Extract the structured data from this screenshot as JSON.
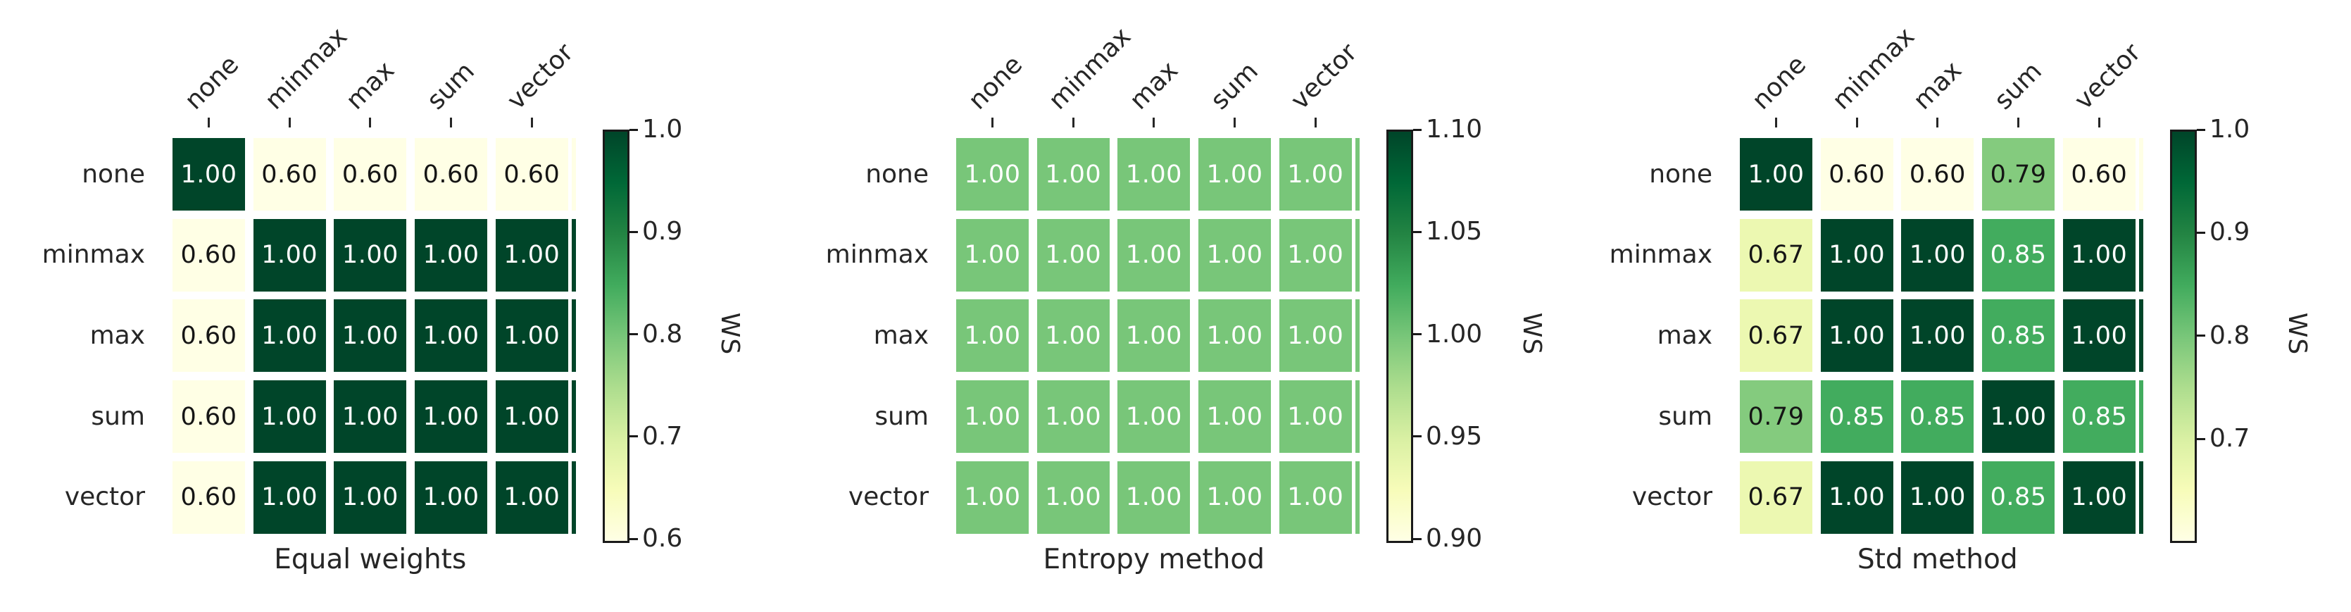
{
  "figure": {
    "colormap": "YlGn",
    "background": "#ffffff",
    "text_color": "#262626",
    "annotation_light_color": "#ffffff",
    "annotation_dark_color": "#151515"
  },
  "chart_data": [
    {
      "type": "heatmap",
      "title": "Equal weights",
      "categories": [
        "none",
        "minmax",
        "max",
        "sum",
        "vector"
      ],
      "rows": [
        "none",
        "minmax",
        "max",
        "sum",
        "vector"
      ],
      "values": [
        [
          1.0,
          0.6,
          0.6,
          0.6,
          0.6
        ],
        [
          0.6,
          1.0,
          1.0,
          1.0,
          1.0
        ],
        [
          0.6,
          1.0,
          1.0,
          1.0,
          1.0
        ],
        [
          0.6,
          1.0,
          1.0,
          1.0,
          1.0
        ],
        [
          0.6,
          1.0,
          1.0,
          1.0,
          1.0
        ]
      ],
      "vmin": 0.6,
      "vmax": 1.0,
      "colorbar": {
        "label": "WS",
        "ticks": [
          {
            "label": "1.0",
            "value": 1.0
          },
          {
            "label": "0.9",
            "value": 0.9
          },
          {
            "label": "0.8",
            "value": 0.8
          },
          {
            "label": "0.7",
            "value": 0.7
          },
          {
            "label": "0.6",
            "value": 0.6
          }
        ]
      }
    },
    {
      "type": "heatmap",
      "title": "Entropy method",
      "categories": [
        "none",
        "minmax",
        "max",
        "sum",
        "vector"
      ],
      "rows": [
        "none",
        "minmax",
        "max",
        "sum",
        "vector"
      ],
      "values": [
        [
          1.0,
          1.0,
          1.0,
          1.0,
          1.0
        ],
        [
          1.0,
          1.0,
          1.0,
          1.0,
          1.0
        ],
        [
          1.0,
          1.0,
          1.0,
          1.0,
          1.0
        ],
        [
          1.0,
          1.0,
          1.0,
          1.0,
          1.0
        ],
        [
          1.0,
          1.0,
          1.0,
          1.0,
          1.0
        ]
      ],
      "vmin": 0.9,
      "vmax": 1.1,
      "colorbar": {
        "label": "WS",
        "ticks": [
          {
            "label": "1.10",
            "value": 1.1
          },
          {
            "label": "1.05",
            "value": 1.05
          },
          {
            "label": "1.00",
            "value": 1.0
          },
          {
            "label": "0.95",
            "value": 0.95
          },
          {
            "label": "0.90",
            "value": 0.9
          }
        ]
      }
    },
    {
      "type": "heatmap",
      "title": "Std method",
      "categories": [
        "none",
        "minmax",
        "max",
        "sum",
        "vector"
      ],
      "rows": [
        "none",
        "minmax",
        "max",
        "sum",
        "vector"
      ],
      "values": [
        [
          1.0,
          0.6,
          0.6,
          0.79,
          0.6
        ],
        [
          0.67,
          1.0,
          1.0,
          0.85,
          1.0
        ],
        [
          0.67,
          1.0,
          1.0,
          0.85,
          1.0
        ],
        [
          0.79,
          0.85,
          0.85,
          1.0,
          0.85
        ],
        [
          0.67,
          1.0,
          1.0,
          0.85,
          1.0
        ]
      ],
      "vmin": 0.603,
      "vmax": 1.0,
      "colorbar": {
        "label": "WS",
        "ticks": [
          {
            "label": "1.0",
            "value": 1.0
          },
          {
            "label": "0.9",
            "value": 0.9
          },
          {
            "label": "0.8",
            "value": 0.8
          },
          {
            "label": "0.7",
            "value": 0.7
          }
        ]
      }
    }
  ]
}
